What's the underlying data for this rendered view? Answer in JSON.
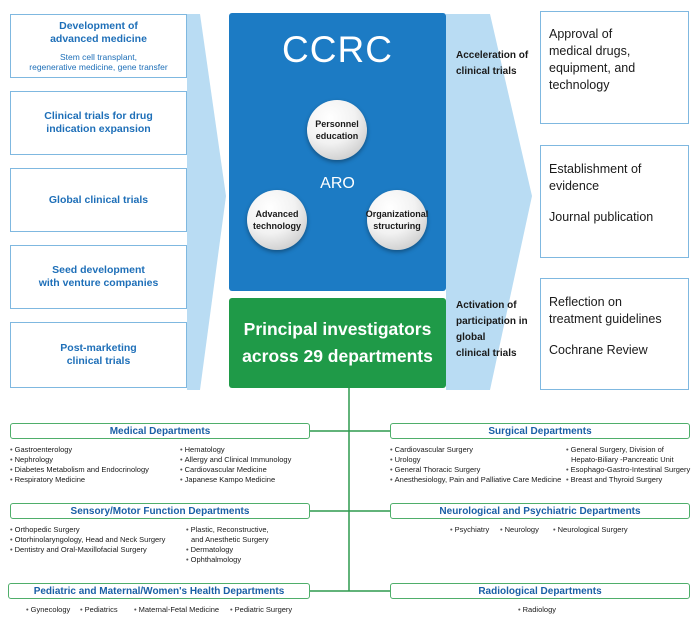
{
  "left_boxes": [
    {
      "title": "Development of\nadvanced medicine",
      "sub": "Stem cell transplant,\nregenerative medicine, gene transfer"
    },
    {
      "title": "Clinical trials for drug\nindication expansion",
      "sub": ""
    },
    {
      "title": "Global clinical trials",
      "sub": ""
    },
    {
      "title": "Seed development\nwith venture companies",
      "sub": ""
    },
    {
      "title": "Post-marketing\nclinical trials",
      "sub": ""
    }
  ],
  "center": {
    "title": "CCRC",
    "aro": "ARO",
    "nodes": {
      "personnel": "Personnel\neducation",
      "advanced": "Advanced\ntechnology",
      "organizational": "Organizational\nstructuring"
    },
    "pi_line1": "Principal investigators",
    "pi_line2": "across 29 departments"
  },
  "middle_labels": {
    "acceleration": "Acceleration of\nclinical trials",
    "activation": "Activation of\nparticipation in\nglobal\nclinical trials"
  },
  "right_boxes": {
    "box1": "Approval of\nmedical drugs,\nequipment, and\ntechnology",
    "box2_a": "Establishment of\nevidence",
    "box2_b": "Journal publication",
    "box3_a": "Reflection on\ntreatment guidelines",
    "box3_b": "Cochrane Review"
  },
  "departments": {
    "medical": {
      "title": "Medical Departments",
      "col1": [
        "Gastroenterology",
        "Nephrology",
        "Diabetes Metabolism and Endocrinology",
        "Respiratory Medicine"
      ],
      "col2": [
        "Hematology",
        "Allergy and Clinical Immunology",
        "Cardiovascular Medicine",
        "Japanese Kampo Medicine"
      ]
    },
    "surgical": {
      "title": "Surgical Departments",
      "col1": [
        "Cardiovascular Surgery",
        "Urology",
        "General Thoracic Surgery",
        "Anesthesiology, Pain and Palliative Care Medicine"
      ],
      "col2": [
        "General Surgery, Division of",
        "Hepato-Biliary -Pancreatic Unit",
        "Esophago-Gastro-Intestinal Surgery",
        "Breast and Thyroid Surgery"
      ]
    },
    "sensory": {
      "title": "Sensory/Motor Function Departments",
      "col1": [
        "Orthopedic Surgery",
        "Otorhinolaryngology, Head and Neck Surgery",
        "Dentistry and Oral-Maxillofacial Surgery"
      ],
      "col2": [
        "Plastic, Reconstructive,",
        "and Anesthetic Surgery",
        "Dermatology",
        "Ophthalmology"
      ]
    },
    "neuro": {
      "title": "Neurological and Psychiatric Departments",
      "items": [
        "Psychiatry",
        "Neurology",
        "Neurological Surgery"
      ]
    },
    "pediatric": {
      "title": "Pediatric and Maternal/Women's Health Departments",
      "items": [
        "Gynecology",
        "Pediatrics",
        "Maternal-Fetal Medicine",
        "Pediatric Surgery"
      ]
    },
    "radiological": {
      "title": "Radiological Departments",
      "items": [
        "Radiology"
      ]
    }
  },
  "colors": {
    "ccrc_blue": "#1c7bc4",
    "pi_green": "#1f9a48",
    "arrow_light_blue": "#b9dcf3",
    "box_border": "#7fb8e0",
    "dept_border": "#4fae6a"
  }
}
